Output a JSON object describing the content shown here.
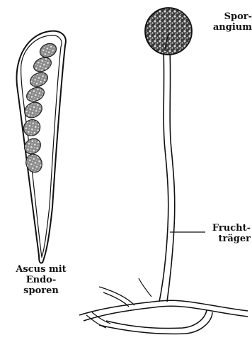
{
  "labels": {
    "sporangium": {
      "line1": "Spor-",
      "line2": "angium"
    },
    "fruchttraeger": {
      "line1": "Frucht-",
      "line2": "träger"
    },
    "ascus": {
      "line1": "Ascus mit",
      "line2": "Endo-",
      "line3": "sporen"
    }
  },
  "colors": {
    "ink": "#111111",
    "paper": "#ffffff",
    "spore_fill": "#9a9a9a"
  }
}
